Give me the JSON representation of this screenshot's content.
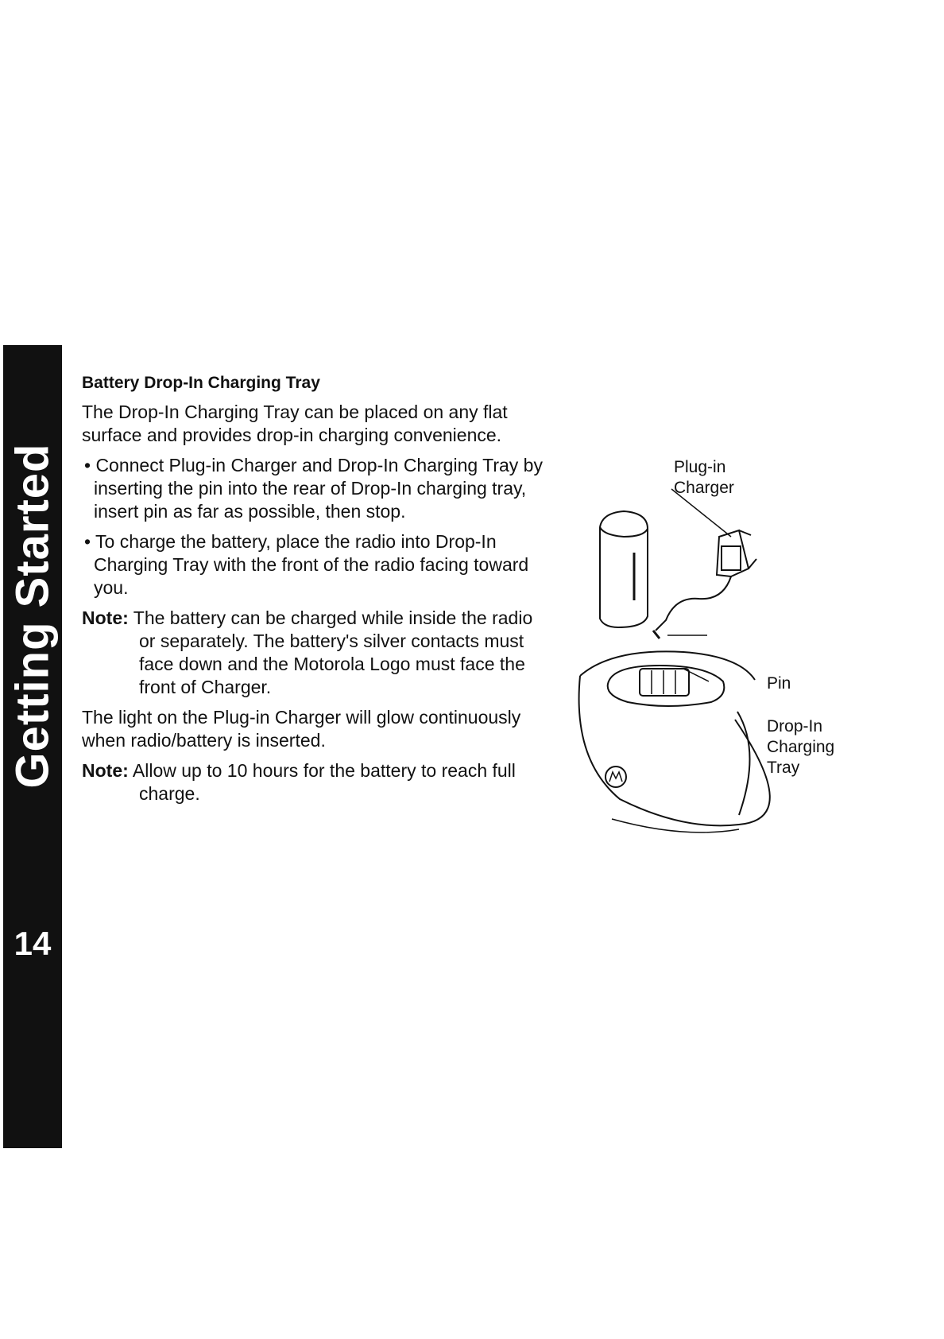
{
  "sidebar": {
    "section_title": "Getting Started",
    "page_number": "14"
  },
  "main": {
    "heading": "Battery Drop-In Charging Tray",
    "intro": "The Drop-In Charging Tray can be placed on any flat surface and provides drop-in charging convenience.",
    "bullets": [
      "• Connect Plug-in Charger and Drop-In Charging Tray by inserting the pin into the rear of Drop-In charging tray, insert pin as far as possible, then stop.",
      "• To charge the battery, place the radio into Drop-In Charging Tray with the front of the radio facing toward you."
    ],
    "note1": {
      "label": "Note:",
      "text": "The battery can be charged while inside the radio or separately. The battery's silver contacts must face down and the Motorola Logo must face the front of Charger."
    },
    "light_text": "The light on the Plug-in Charger will glow continuously when radio/battery is inserted.",
    "note2": {
      "label": "Note:",
      "text": "Allow up to 10 hours for the battery to reach full charge."
    }
  },
  "figure": {
    "label_plugin": "Plug-in Charger",
    "label_pin": "Pin",
    "label_tray": "Drop-In Charging Tray"
  }
}
